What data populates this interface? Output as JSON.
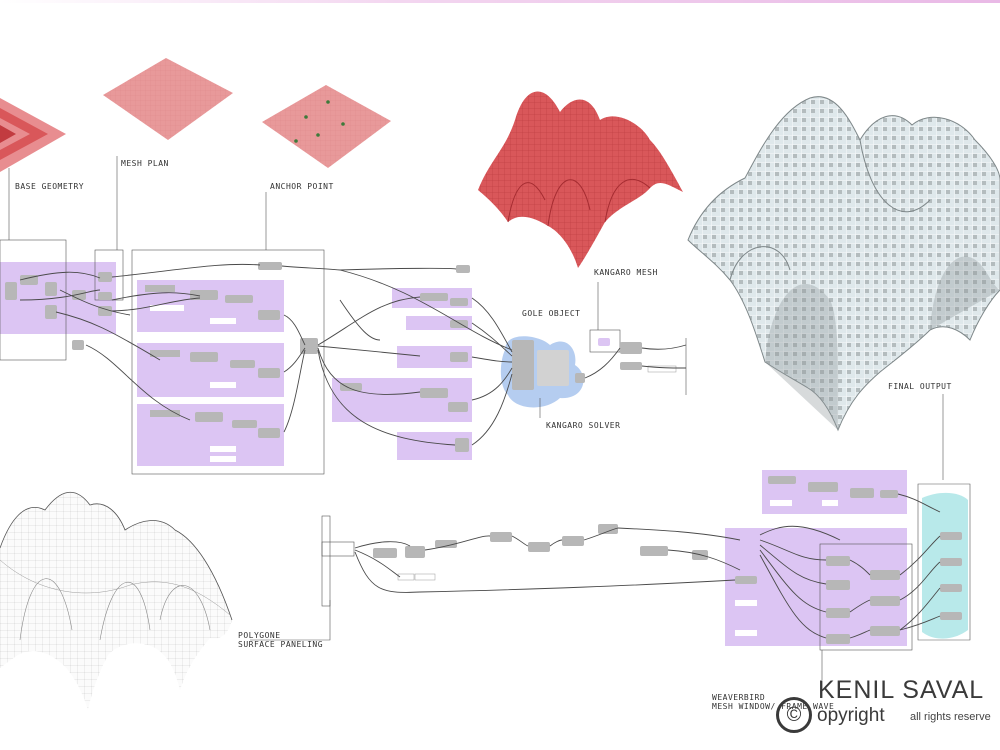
{
  "colors": {
    "group_purple": "#dcc5f3",
    "group_blue": "#b5cdf0",
    "group_cyan": "#b8e9ea",
    "mesh_red": "#d9575a",
    "mesh_pink": "#e8999a",
    "mesh_grey": "#9aa3a6",
    "mesh_light": "#dde7ea",
    "node_grey": "#b7b7b7",
    "wire": "#4a4a4a",
    "accent_line": "#e9b9e6"
  },
  "labels": {
    "base_geometry": "BASE GEOMETRY",
    "mesh_plan": "MESH PLAN",
    "anchor_point": "ANCHOR POINT",
    "kangaro_mesh": "KANGARO MESH",
    "gole_object": "GOLE OBJECT",
    "kangaro_solver": "KANGARO SOLVER",
    "final_output": "FINAL OUTPUT",
    "polygone": "POLYGONE",
    "surface_paneling": "SURFACE PANELING",
    "weaverbird": "WEAVERBIRD",
    "mesh_window": "MESH WINDOW/ FRAME WAVE"
  },
  "watermark": {
    "name": "KENIL SAVAL",
    "copyright_symbol": "©",
    "copyright_word": "opyright",
    "rights": "all rights reserve"
  },
  "icons": {
    "copyright": "copyright-icon"
  }
}
